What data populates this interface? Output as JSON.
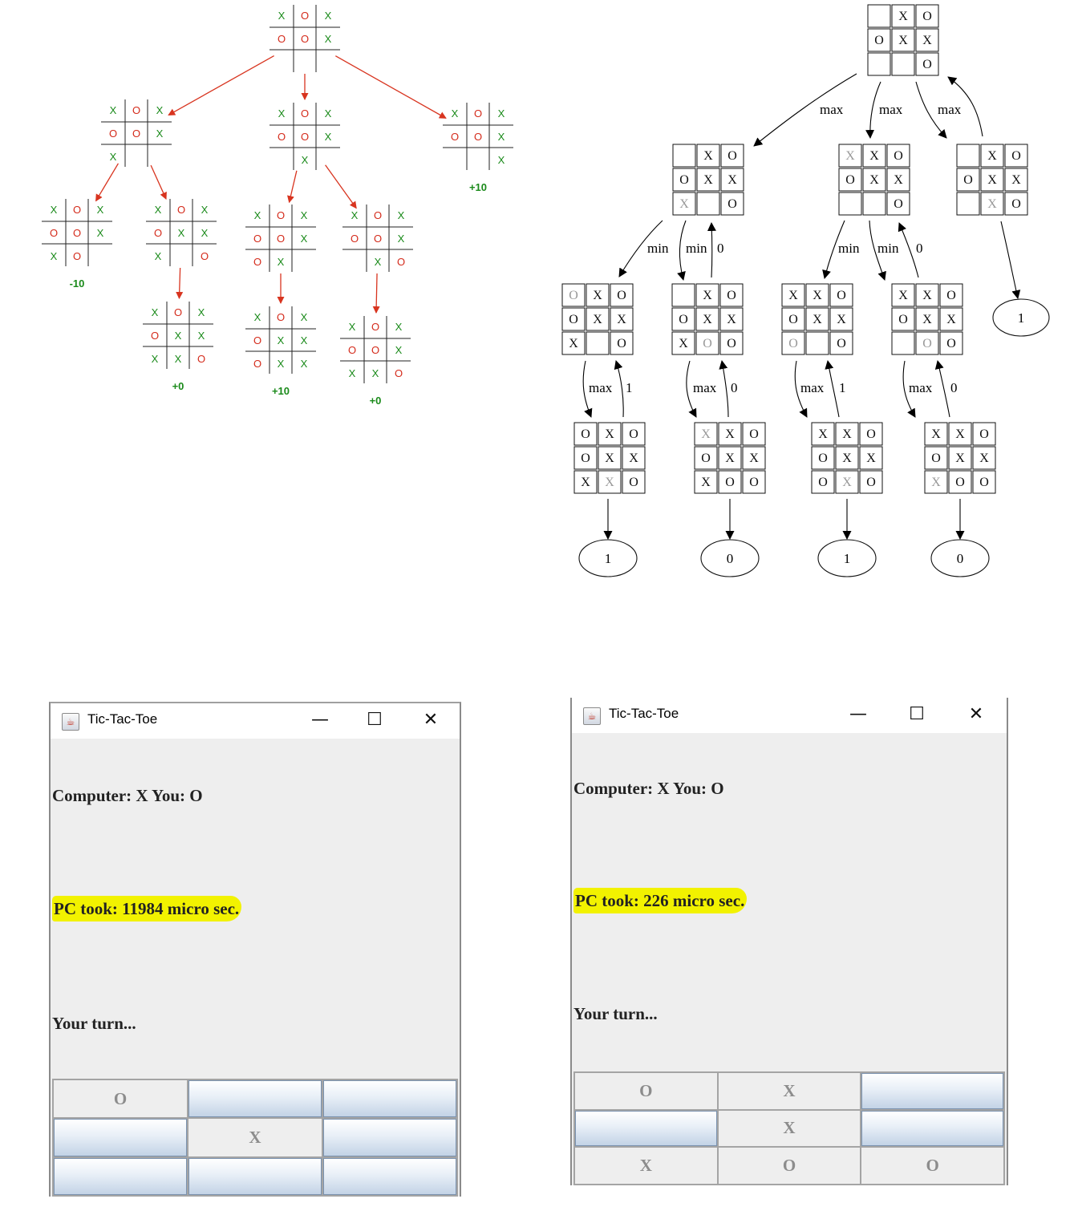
{
  "trees": {
    "left": {
      "tic": {
        "x_color": "#1a8a1a",
        "o_color": "#d42a1a",
        "edge_color": "#d8341f",
        "score_color": "#1a8a1a"
      },
      "nodes": [
        {
          "cells": [
            "X",
            "O",
            "X",
            "O",
            "O",
            "X",
            "",
            "",
            ""
          ]
        },
        {
          "cells": [
            "X",
            "O",
            "X",
            "O",
            "O",
            "X",
            "X",
            "",
            ""
          ]
        },
        {
          "cells": [
            "X",
            "O",
            "X",
            "O",
            "O",
            "X",
            "",
            "X",
            ""
          ]
        },
        {
          "cells": [
            "X",
            "O",
            "X",
            "O",
            "O",
            "X",
            "",
            "",
            "X"
          ],
          "score": "+10"
        },
        {
          "cells": [
            "X",
            "O",
            "X",
            "O",
            "O",
            "X",
            "X",
            "O",
            ""
          ],
          "score": "-10"
        },
        {
          "cells": [
            "X",
            "O",
            "X",
            "O",
            "X",
            "X",
            "X",
            "",
            "O"
          ]
        },
        {
          "cells": [
            "X",
            "O",
            "X",
            "O",
            "O",
            "X",
            "O",
            "X",
            ""
          ]
        },
        {
          "cells": [
            "X",
            "O",
            "X",
            "O",
            "O",
            "X",
            "",
            "X",
            "O"
          ]
        },
        {
          "cells": [
            "X",
            "O",
            "X",
            "O",
            "X",
            "X",
            "X",
            "X",
            "O"
          ],
          "score": "+0"
        },
        {
          "cells": [
            "X",
            "O",
            "X",
            "O",
            "X",
            "X",
            "O",
            "X",
            "X"
          ],
          "score": "+10"
        },
        {
          "cells": [
            "X",
            "O",
            "X",
            "O",
            "O",
            "X",
            "X",
            "X",
            "O"
          ],
          "score": "+0"
        }
      ]
    },
    "right": {
      "nodes": [
        {
          "cells": [
            "",
            "X",
            "O",
            "O",
            "X",
            "X",
            "",
            "",
            "O"
          ]
        },
        {
          "cells": [
            "",
            "X",
            "O",
            "O",
            "X",
            "X",
            "X",
            "",
            "O"
          ],
          "new": 6
        },
        {
          "cells": [
            "X",
            "X",
            "O",
            "O",
            "X",
            "X",
            "",
            "",
            "O"
          ],
          "new": 0
        },
        {
          "cells": [
            "",
            "X",
            "O",
            "O",
            "X",
            "X",
            "",
            "X",
            "O"
          ],
          "new": 7
        },
        {
          "cells": [
            "O",
            "X",
            "O",
            "O",
            "X",
            "X",
            "X",
            "",
            "O"
          ],
          "new": 0
        },
        {
          "cells": [
            "",
            "X",
            "O",
            "O",
            "X",
            "X",
            "X",
            "O",
            "O"
          ],
          "new": 7
        },
        {
          "cells": [
            "X",
            "X",
            "O",
            "O",
            "X",
            "X",
            "O",
            "",
            "O"
          ],
          "new": 6
        },
        {
          "cells": [
            "X",
            "X",
            "O",
            "O",
            "X",
            "X",
            "",
            "O",
            "O"
          ],
          "new": 7
        },
        {
          "cells": [
            "O",
            "X",
            "O",
            "O",
            "X",
            "X",
            "X",
            "X",
            "O"
          ],
          "new": 7
        },
        {
          "cells": [
            "X",
            "X",
            "O",
            "O",
            "X",
            "X",
            "X",
            "O",
            "O"
          ],
          "new": 0
        },
        {
          "cells": [
            "X",
            "X",
            "O",
            "O",
            "X",
            "X",
            "O",
            "X",
            "O"
          ],
          "new": 7
        },
        {
          "cells": [
            "X",
            "X",
            "O",
            "O",
            "X",
            "X",
            "X",
            "O",
            "O"
          ],
          "new": 6
        }
      ],
      "edges": [
        {
          "label": "max",
          "value": ""
        },
        {
          "label": "max",
          "value": ""
        },
        {
          "label": "max",
          "value": "1"
        },
        {
          "label": "min",
          "value": ""
        },
        {
          "label": "min",
          "value": "0"
        },
        {
          "label": "min",
          "value": ""
        },
        {
          "label": "min",
          "value": "0"
        },
        {
          "label": "max",
          "value": "1"
        },
        {
          "label": "max",
          "value": "0"
        },
        {
          "label": "max",
          "value": "1"
        },
        {
          "label": "max",
          "value": "0"
        }
      ],
      "leaves": [
        "1",
        "1",
        "0",
        "1",
        "0"
      ]
    }
  },
  "window1": {
    "title": "Tic-Tac-Toe",
    "computer_label": "Computer:  X   You:  O",
    "timing": "PC took: 11984 micro sec.",
    "prompt": "Your turn...",
    "cells": [
      "O",
      "",
      "",
      "",
      "X",
      "",
      "",
      "",
      ""
    ]
  },
  "window2": {
    "title": "Tic-Tac-Toe",
    "computer_label": "Computer:  X   You:  O",
    "timing": "PC took: 226 micro sec.",
    "prompt": "Your turn...",
    "cells": [
      "O",
      "X",
      "",
      "",
      "X",
      "",
      "X",
      "O",
      "O"
    ]
  },
  "icons": {
    "app": "java-cup-icon",
    "minimize": "minimize-icon",
    "maximize": "maximize-icon",
    "close": "close-icon"
  },
  "colors": {
    "highlight": "#f2f200",
    "window_bg": "#eeeeee",
    "played_cell_text": "#8c8c8c"
  }
}
